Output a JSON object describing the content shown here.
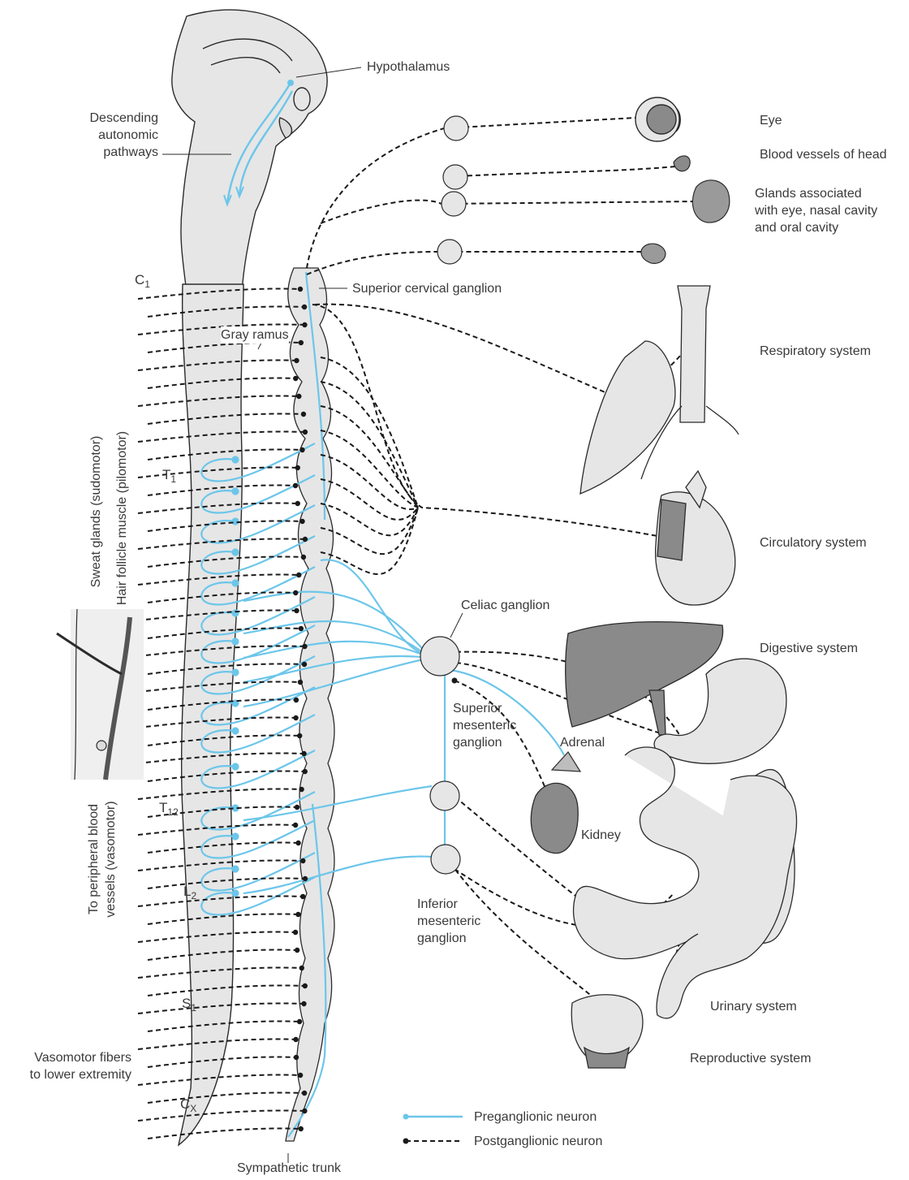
{
  "labels": {
    "hypothalamus": "Hypothalamus",
    "descending": [
      "Descending",
      "autonomic",
      "pathways"
    ],
    "eye": "Eye",
    "blood_vessels_head": "Blood vessels of head",
    "glands": [
      "Glands associated",
      "with eye, nasal cavity",
      "and oral cavity"
    ],
    "superior_cervical": "Superior cervical ganglion",
    "gray_ramus": "Gray ramus",
    "respiratory": "Respiratory system",
    "circulatory": "Circulatory system",
    "celiac": "Celiac ganglion",
    "digestive": "Digestive system",
    "superior_mesenteric": [
      "Superior",
      "mesenteric",
      "ganglion"
    ],
    "adrenal": "Adrenal",
    "kidney": "Kidney",
    "inferior_mesenteric": [
      "Inferior",
      "mesenteric",
      "ganglion"
    ],
    "urinary": "Urinary system",
    "reproductive": "Reproductive system",
    "vasomotor_lower": [
      "Vasomotor fibers",
      "to lower extremity"
    ],
    "sympathetic_trunk": "Sympathetic trunk",
    "sweat_glands": "Sweat glands (sudomotor)",
    "hair_follicle": "Hair follicle muscle (pilomotor)",
    "peripheral_vessels": [
      "To peripheral blood",
      "vessels (vasomotor)"
    ]
  },
  "segments": {
    "c1": {
      "main": "C",
      "sub": "1"
    },
    "t1": {
      "main": "T",
      "sub": "1"
    },
    "t12": {
      "main": "T",
      "sub": "12"
    },
    "l2": {
      "main": "L",
      "sub": "2"
    },
    "s1": {
      "main": "S",
      "sub": "1"
    },
    "cx": {
      "main": "C",
      "sub": "X"
    }
  },
  "legend": {
    "preganglionic": "Preganglionic neuron",
    "postganglionic": "Postganglionic neuron"
  },
  "colors": {
    "preganglionic": "#6cc6ea",
    "postganglionic": "#1a1a1a",
    "tissue_light": "#e4e4e4",
    "organ_dark": "#8a8a8a",
    "outline": "#2b2b2b"
  }
}
